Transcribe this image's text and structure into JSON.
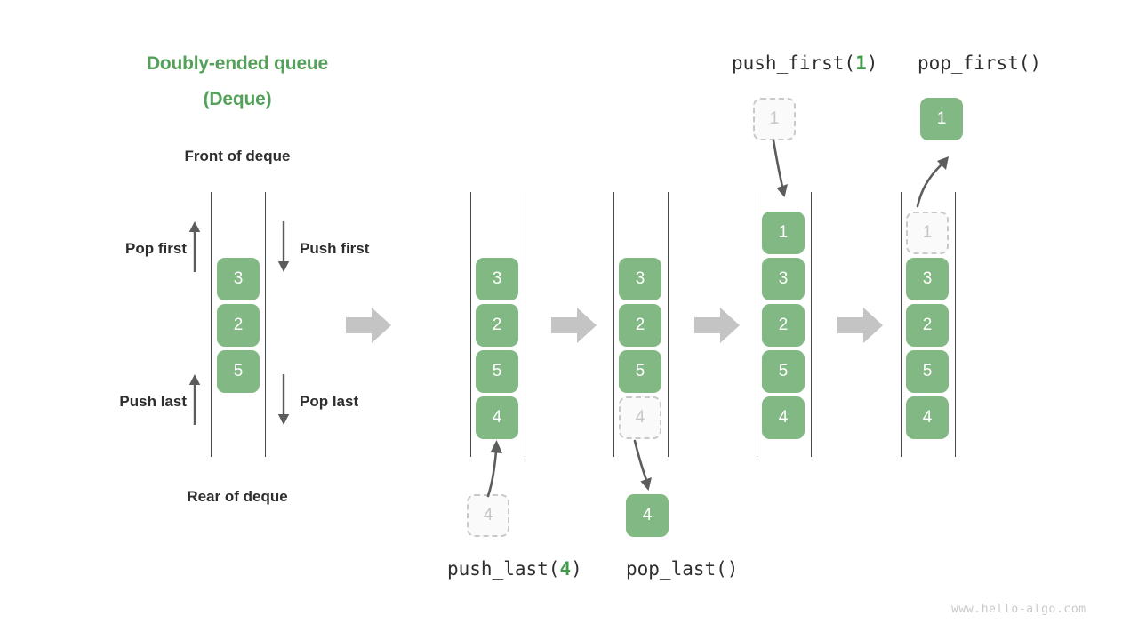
{
  "diagram": {
    "title_line1": "Doubly-ended queue",
    "title_line2": "(Deque)",
    "front_label": "Front of deque",
    "rear_label": "Rear of deque",
    "watermark": "www.hello-algo.com",
    "accent_green": "#82b884",
    "title_green": "#55a05a",
    "ghost_gray": "#c6c6c6",
    "rail_color": "#4a4a4a",
    "step_arrow_color": "#c4c4c4"
  },
  "legend": {
    "pop_first": "Pop first",
    "push_first": "Push first",
    "push_last": "Push last",
    "pop_last": "Pop last"
  },
  "operations": {
    "push_first": {
      "name": "push_first(",
      "arg": "1",
      "close": ")"
    },
    "pop_first": {
      "full": "pop_first()"
    },
    "push_last": {
      "name": "push_last(",
      "arg": "4",
      "close": ")"
    },
    "pop_last": {
      "full": "pop_last()"
    }
  },
  "panels": [
    {
      "id": "initial-deque",
      "cells": [
        {
          "value": "3",
          "state": "solid"
        },
        {
          "value": "2",
          "state": "solid"
        },
        {
          "value": "5",
          "state": "solid"
        }
      ]
    },
    {
      "id": "push-last-before",
      "cells": [
        {
          "value": "3",
          "state": "solid"
        },
        {
          "value": "2",
          "state": "solid"
        },
        {
          "value": "5",
          "state": "solid"
        },
        {
          "value": "4",
          "state": "solid"
        }
      ],
      "floating": {
        "value": "4",
        "state": "ghost",
        "position": "below"
      }
    },
    {
      "id": "pop-last",
      "cells": [
        {
          "value": "3",
          "state": "solid"
        },
        {
          "value": "2",
          "state": "solid"
        },
        {
          "value": "5",
          "state": "solid"
        },
        {
          "value": "4",
          "state": "ghost"
        }
      ],
      "floating": {
        "value": "4",
        "state": "solid",
        "position": "below"
      }
    },
    {
      "id": "push-first-result",
      "cells": [
        {
          "value": "1",
          "state": "solid"
        },
        {
          "value": "3",
          "state": "solid"
        },
        {
          "value": "2",
          "state": "solid"
        },
        {
          "value": "5",
          "state": "solid"
        },
        {
          "value": "4",
          "state": "solid"
        }
      ],
      "floating": {
        "value": "1",
        "state": "ghost",
        "position": "above"
      }
    },
    {
      "id": "pop-first-result",
      "cells": [
        {
          "value": "1",
          "state": "ghost"
        },
        {
          "value": "3",
          "state": "solid"
        },
        {
          "value": "2",
          "state": "solid"
        },
        {
          "value": "5",
          "state": "solid"
        },
        {
          "value": "4",
          "state": "solid"
        }
      ],
      "floating": {
        "value": "1",
        "state": "solid",
        "position": "above"
      }
    }
  ]
}
